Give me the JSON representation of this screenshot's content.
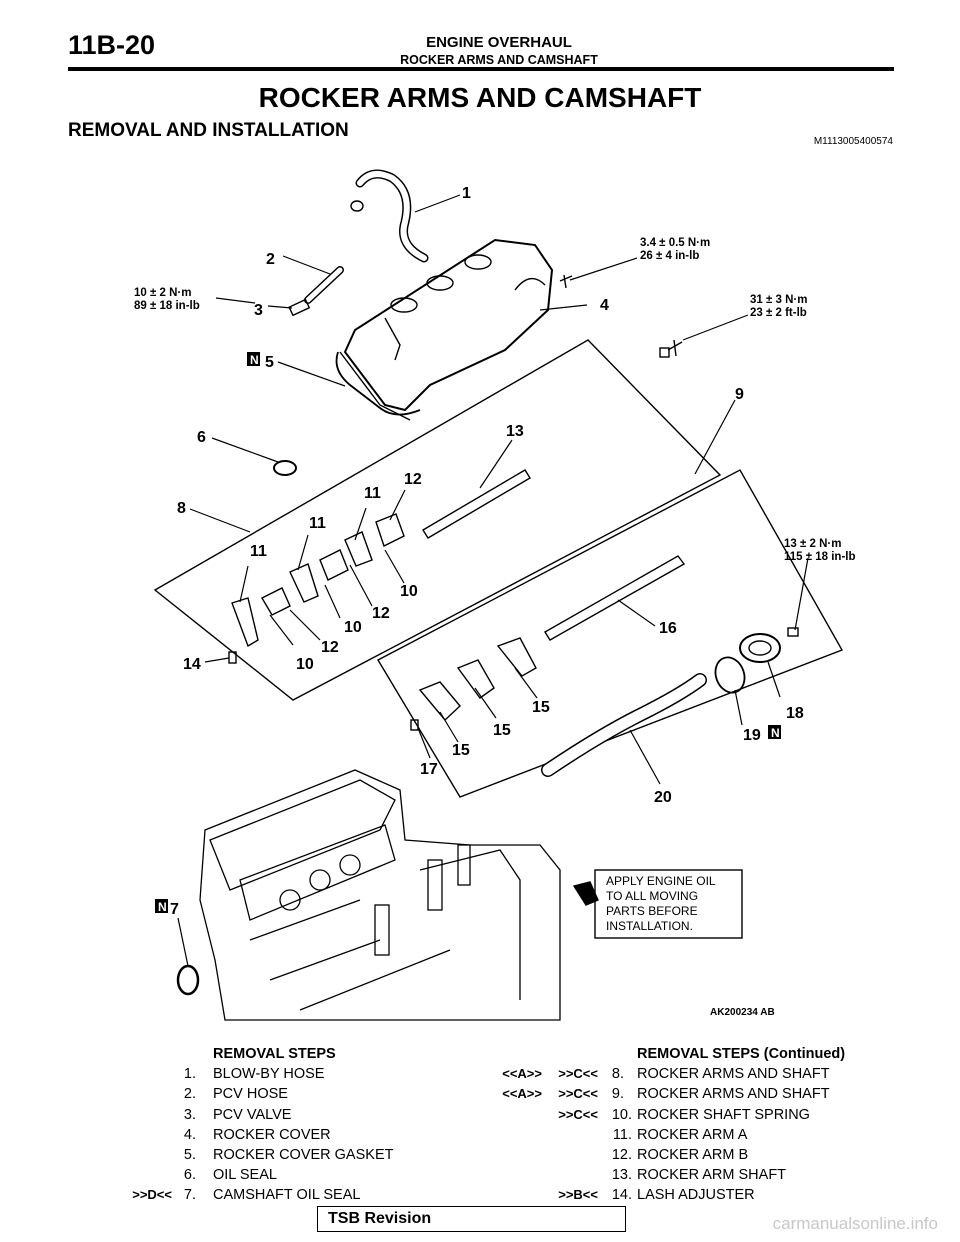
{
  "header": {
    "page_code": "11B-20",
    "section": "ENGINE OVERHAUL",
    "subsection": "ROCKER ARMS AND CAMSHAFT"
  },
  "title": "ROCKER ARMS AND CAMSHAFT",
  "subtitle": "REMOVAL AND INSTALLATION",
  "doc_id": "M1113005400574",
  "figure": {
    "callouts": [
      "1",
      "2",
      "3",
      "4",
      "5",
      "6",
      "7",
      "8",
      "9",
      "10",
      "10",
      "10",
      "11",
      "11",
      "11",
      "12",
      "12",
      "12",
      "13",
      "14",
      "15",
      "15",
      "15",
      "16",
      "17",
      "18",
      "19",
      "20"
    ],
    "torques": [
      {
        "line1": "3.4 ± 0.5 N·m",
        "line2": "26 ± 4 in-lb"
      },
      {
        "line1": "10 ± 2 N·m",
        "line2": "89 ± 18 in-lb"
      },
      {
        "line1": "31 ± 3 N·m",
        "line2": "23 ± 2 ft-lb"
      },
      {
        "line1": "13 ± 2 N·m",
        "line2": "115 ± 18 in-lb"
      }
    ],
    "new_part_mark": "N",
    "oil_note": [
      "APPLY ENGINE OIL",
      "TO ALL MOVING",
      "PARTS BEFORE",
      "INSTALLATION."
    ],
    "figure_id": "AK200234 AB"
  },
  "removal_steps": {
    "heading": "REMOVAL STEPS",
    "items": [
      {
        "code": "",
        "num": "1.",
        "label": "BLOW-BY HOSE"
      },
      {
        "code": "",
        "num": "2.",
        "label": "PCV HOSE"
      },
      {
        "code": "",
        "num": "3.",
        "label": "PCV VALVE"
      },
      {
        "code": "",
        "num": "4.",
        "label": "ROCKER COVER"
      },
      {
        "code": "",
        "num": "5.",
        "label": "ROCKER COVER GASKET"
      },
      {
        "code": "",
        "num": "6.",
        "label": "OIL SEAL"
      },
      {
        "code": ">>D<<",
        "num": "7.",
        "label": "CAMSHAFT OIL SEAL"
      }
    ]
  },
  "removal_steps_cont": {
    "heading": "REMOVAL STEPS (Continued)",
    "items": [
      {
        "code1": "<<A>>",
        "code2": ">>C<<",
        "num": "8.",
        "label": "ROCKER ARMS AND SHAFT"
      },
      {
        "code1": "<<A>>",
        "code2": ">>C<<",
        "num": "9.",
        "label": "ROCKER ARMS AND SHAFT"
      },
      {
        "code1": "",
        "code2": ">>C<<",
        "num": "10.",
        "label": "ROCKER SHAFT SPRING"
      },
      {
        "code1": "",
        "code2": "",
        "num": "11.",
        "label": "ROCKER ARM A"
      },
      {
        "code1": "",
        "code2": "",
        "num": "12.",
        "label": "ROCKER ARM B"
      },
      {
        "code1": "",
        "code2": "",
        "num": "13.",
        "label": "ROCKER ARM SHAFT"
      },
      {
        "code1": "",
        "code2": ">>B<<",
        "num": "14.",
        "label": "LASH ADJUSTER"
      }
    ]
  },
  "footer": {
    "tsb": "TSB Revision",
    "watermark": "carmanualsonline.info"
  }
}
